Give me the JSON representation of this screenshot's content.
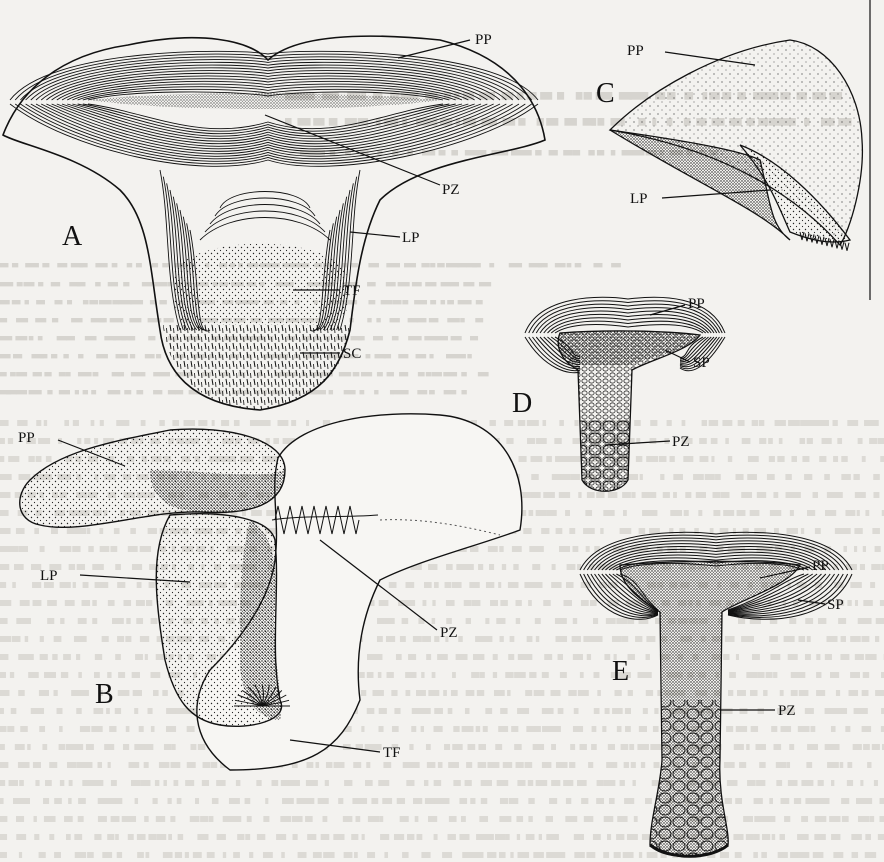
{
  "panels": {
    "A": {
      "letter": "A",
      "labels": {
        "pp": "PP",
        "pz": "PZ",
        "lp": "LP",
        "tf": "TF",
        "sc": "SC"
      }
    },
    "B": {
      "letter": "B",
      "labels": {
        "pp": "PP",
        "lp": "LP",
        "pz": "PZ",
        "tf": "TF"
      }
    },
    "C": {
      "letter": "C",
      "labels": {
        "pp": "PP",
        "lp": "LP"
      }
    },
    "D": {
      "letter": "D",
      "labels": {
        "pp": "PP",
        "sp": "SP",
        "pz": "PZ"
      }
    },
    "E": {
      "letter": "E",
      "labels": {
        "pp": "PP",
        "sp": "SP",
        "pz": "PZ"
      }
    }
  },
  "colors": {
    "ink": "#111111",
    "paper": "#f3f2ef",
    "bleed": "#cfcdc8"
  }
}
